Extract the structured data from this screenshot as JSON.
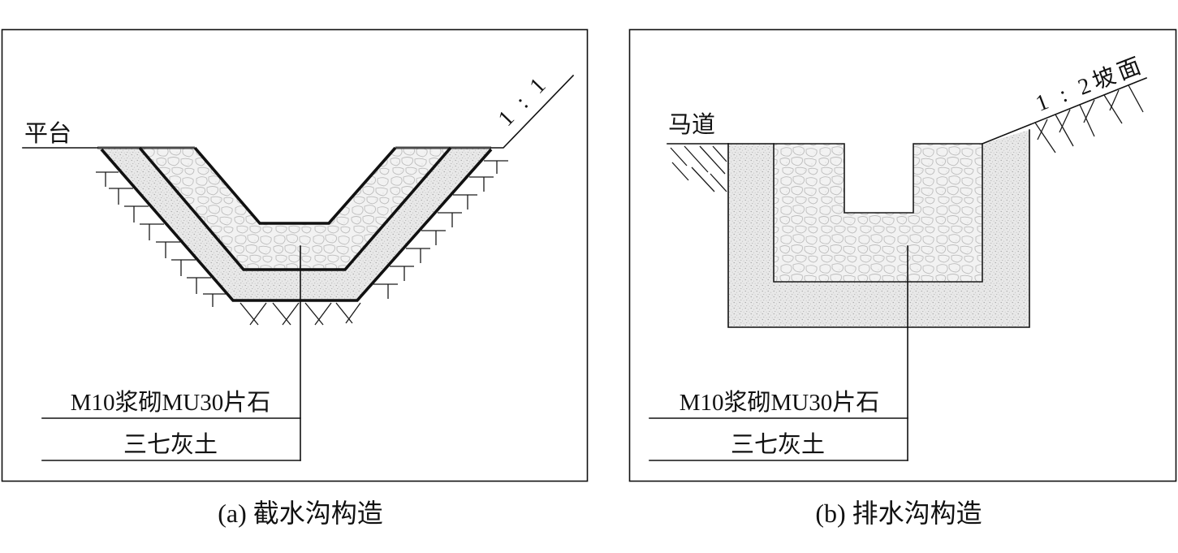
{
  "panel_a": {
    "platform_label": "平台",
    "slope_ratio_label": "1 : 1",
    "stone_masonry_label": "M10浆砌MU30片石",
    "lime_soil_label": "三七灰土",
    "caption": "(a) 截水沟构造"
  },
  "panel_b": {
    "berm_label": "马道",
    "slope_ratio_label": "1 : 2坡面",
    "stone_masonry_label": "M10浆砌MU30片石",
    "lime_soil_label": "三七灰土",
    "caption": "(b) 排水沟构造"
  }
}
